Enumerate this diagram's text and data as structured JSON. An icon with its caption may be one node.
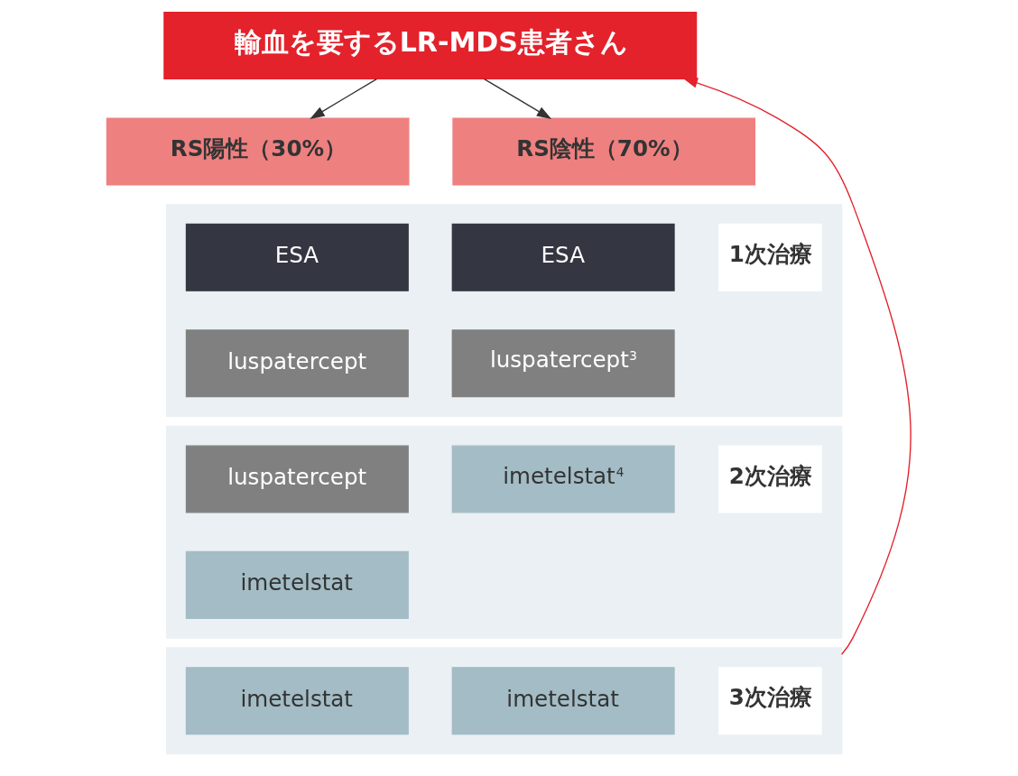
{
  "diagram": {
    "nodes": [
      {
        "text": [
          "輸血を要するLR-MDS患者さん"
        ]
      },
      {
        "text": [
          "RS陽性（30%）"
        ]
      },
      {
        "text": [
          "RS陰性（70%）"
        ]
      },
      {
        "text": [],
        "shape": "box"
      },
      {
        "text": [
          "1次治療"
        ],
        "in": 3
      },
      {
        "text": [
          "ESA"
        ],
        "in": 3
      },
      {
        "text": [
          "luspatercept"
        ],
        "in": 3
      },
      {
        "text": [
          "ESA"
        ],
        "in": 3
      },
      {
        "text": [
          "luspatercept$^{3}$"
        ],
        "in": 3
      },
      {
        "text": [],
        "shape": "box"
      },
      {
        "text": [
          "2次治療"
        ],
        "in": 9
      },
      {
        "text": [
          "luspatercept"
        ],
        "in": 9
      },
      {
        "text": [
          "imetelstat"
        ],
        "in": 9
      },
      {
        "text": [
          "imetelstat$^{4}$"
        ],
        "in": 9
      },
      {
        "text": [],
        "shape": "box"
      },
      {
        "text": [
          "3次治療"
        ],
        "in": 14
      },
      {
        "text": [
          "imetelstat"
        ],
        "in": 14
      },
      {
        "text": [
          "imetelstat"
        ],
        "in": 14
      }
    ],
    "edges": [
      {
        "from": 0,
        "to": 1,
        "arrow": "to"
      },
      {
        "from": 0,
        "to": 2,
        "arrow": "to"
      },
      {
        "from": 14,
        "to": 0,
        "arrow": "to",
        "color": "#e3222b"
      }
    ]
  }
}
